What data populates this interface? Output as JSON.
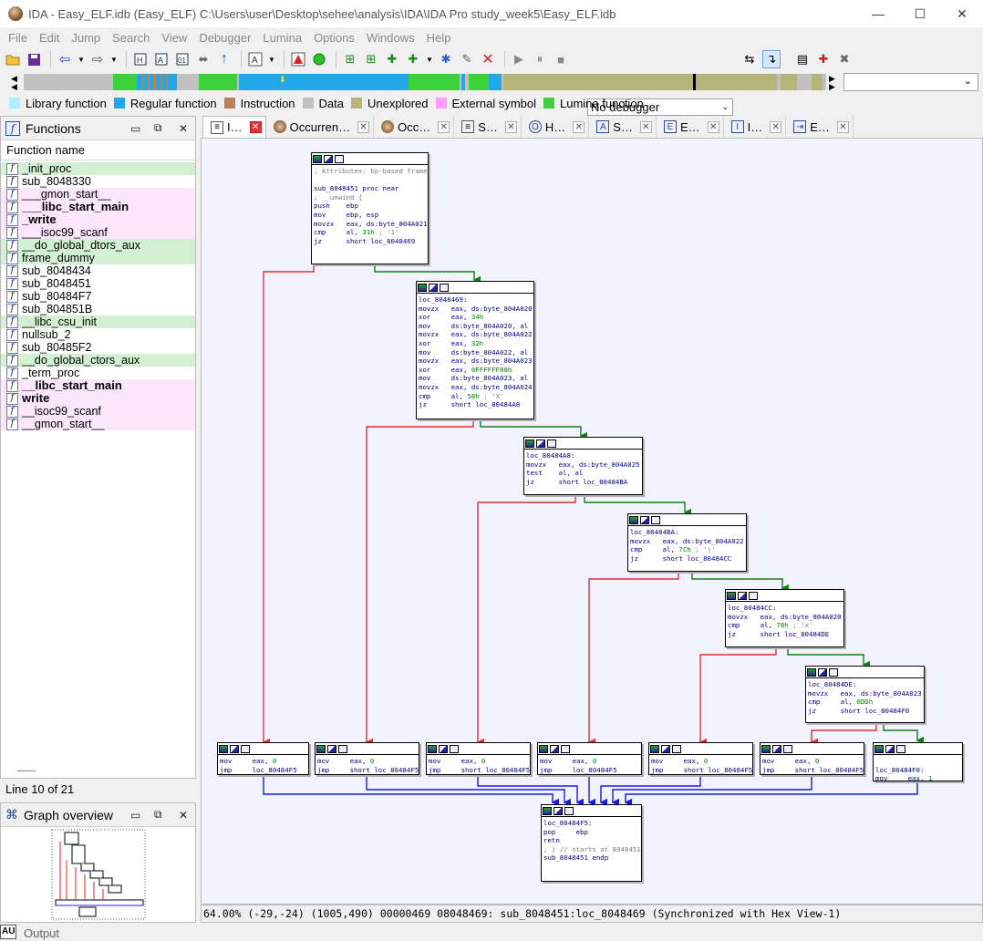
{
  "window": {
    "title": "IDA - Easy_ELF.idb (Easy_ELF) C:\\Users\\user\\Desktop\\sehee\\analysis\\IDA\\IDA Pro study_week5\\Easy_ELF.idb",
    "minimize": "—",
    "maximize": "☐",
    "close": "✕"
  },
  "menu": [
    "File",
    "Edit",
    "Jump",
    "Search",
    "View",
    "Debugger",
    "Lumina",
    "Options",
    "Windows",
    "Help"
  ],
  "toolbar": {
    "debugger_select": "No debugger"
  },
  "legend": [
    {
      "label": "Library function",
      "color": "#aaf0ff"
    },
    {
      "label": "Regular function",
      "color": "#20a8e8"
    },
    {
      "label": "Instruction",
      "color": "#b8825a"
    },
    {
      "label": "Data",
      "color": "#c0c0c0"
    },
    {
      "label": "Unexplored",
      "color": "#b5b57a"
    },
    {
      "label": "External symbol",
      "color": "#ff9cff"
    },
    {
      "label": "Lumina function",
      "color": "#3cd23c"
    }
  ],
  "functions_panel": {
    "title": "Functions",
    "column": "Function name",
    "items": [
      {
        "name": "_init_proc",
        "kind": "lib"
      },
      {
        "name": "sub_8048330",
        "kind": "reg"
      },
      {
        "name": "___gmon_start__",
        "kind": "imp"
      },
      {
        "name": "___libc_start_main",
        "kind": "imp",
        "bold": true
      },
      {
        "name": "_write",
        "kind": "imp",
        "bold": true
      },
      {
        "name": "___isoc99_scanf",
        "kind": "imp"
      },
      {
        "name": "__do_global_dtors_aux",
        "kind": "lib"
      },
      {
        "name": "frame_dummy",
        "kind": "lib"
      },
      {
        "name": "sub_8048434",
        "kind": "reg"
      },
      {
        "name": "sub_8048451",
        "kind": "reg"
      },
      {
        "name": "sub_80484F7",
        "kind": "reg"
      },
      {
        "name": "sub_804851B",
        "kind": "reg"
      },
      {
        "name": "__libc_csu_init",
        "kind": "lib"
      },
      {
        "name": "nullsub_2",
        "kind": "reg"
      },
      {
        "name": "sub_80485F2",
        "kind": "reg"
      },
      {
        "name": "__do_global_ctors_aux",
        "kind": "lib"
      },
      {
        "name": "_term_proc",
        "kind": "reg"
      },
      {
        "name": "__libc_start_main",
        "kind": "imp",
        "bold": true
      },
      {
        "name": "write",
        "kind": "imp",
        "bold": true
      },
      {
        "name": "__isoc99_scanf",
        "kind": "imp"
      },
      {
        "name": "__gmon_start__",
        "kind": "imp"
      }
    ],
    "line_status": "Line 10 of 21"
  },
  "graph_overview": {
    "title": "Graph overview"
  },
  "tabs": [
    {
      "label": "I…",
      "active": true
    },
    {
      "label": "Occurren…"
    },
    {
      "label": "Occ…"
    },
    {
      "label": "S…"
    },
    {
      "label": "H…"
    },
    {
      "label": "S…"
    },
    {
      "label": "E…"
    },
    {
      "label": "I…"
    },
    {
      "label": "E…"
    }
  ],
  "blocks": {
    "b0": [
      "; Attributes: bp-based frame",
      "",
      "sub_8048451 proc near",
      "; __unwind {",
      "push    ebp",
      "mov     ebp, esp",
      "movzx   eax, ds:byte_804A021",
      "cmp     al, 31h ; '1'",
      "jz      short loc_8048469"
    ],
    "b1": [
      "loc_8048469:",
      "movzx   eax, ds:byte_804A020",
      "xor     eax, 34h",
      "mov     ds:byte_804A020, al",
      "movzx   eax, ds:byte_804A022",
      "xor     eax, 32h",
      "mov     ds:byte_804A022, al",
      "movzx   eax, ds:byte_804A023",
      "xor     eax, 0FFFFFF88h",
      "mov     ds:byte_804A023, al",
      "movzx   eax, ds:byte_804A024",
      "cmp     al, 58h ; 'X'",
      "jz      short loc_80484A8"
    ],
    "b2": [
      "loc_80484A8:",
      "movzx   eax, ds:byte_804A025",
      "test    al, al",
      "jz      short loc_80484BA"
    ],
    "b3": [
      "loc_80484BA:",
      "movzx   eax, ds:byte_804A022",
      "cmp     al, 7Ch ; '|'",
      "jz      short loc_80484CC"
    ],
    "b4": [
      "loc_80484CC:",
      "movzx   eax, ds:byte_804A020",
      "cmp     al, 78h ; 'x'",
      "jz      short loc_80484DE"
    ],
    "b5": [
      "loc_80484DE:",
      "movzx   eax, ds:byte_804A023",
      "cmp     al, 0DDh",
      "jz      short loc_80484F0"
    ],
    "r1": [
      "mov     eax, 0",
      "jmp     loc_80484F5"
    ],
    "r2": [
      "mov     eax, 0",
      "jmp     short loc_80484F5"
    ],
    "r3": [
      "mov     eax, 0",
      "jmp     short loc_80484F5"
    ],
    "r4": [
      "mov     eax, 0",
      "jmp     loc_80484F5"
    ],
    "r5": [
      "mov     eax, 0",
      "jmp     short loc_80484F5"
    ],
    "r6": [
      "mov     eax, 0",
      "jmp     short loc_80484F5"
    ],
    "r7": [
      "",
      "loc_80484F0:",
      "mov     eax, 1"
    ],
    "fin": [
      "loc_80484F5:",
      "pop     ebp",
      "retn",
      "; } // starts at 8048451",
      "sub_8048451 endp"
    ]
  },
  "statusbar": "64.00% (-29,-24) (1005,490) 00000469 08048469: sub_8048451:loc_8048469 (Synchronized with Hex View-1)",
  "output": {
    "prefix": "AU",
    "label": "Output"
  }
}
